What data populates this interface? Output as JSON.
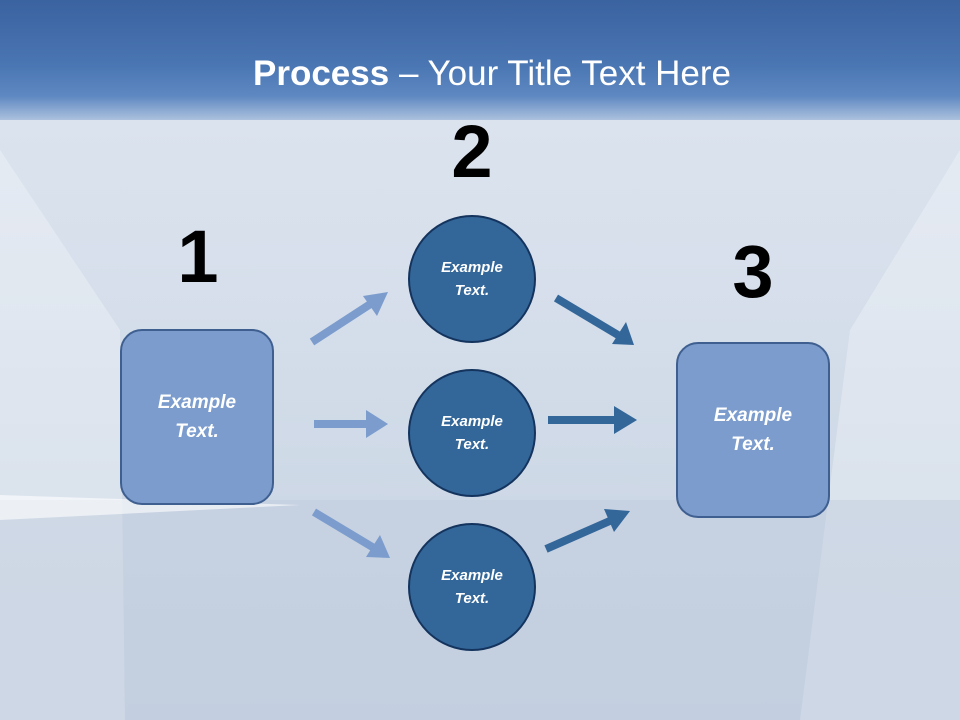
{
  "slide": {
    "title_bold": "Process",
    "title_rest": " – Your Title Text Here"
  },
  "steps": {
    "step1_number": "1",
    "step2_number": "2",
    "step3_number": "3"
  },
  "nodes": {
    "left_box": "Example\nText.",
    "right_box": "Example\nText.",
    "circle_top": "Example\nText.",
    "circle_middle": "Example\nText.",
    "circle_bottom": "Example\nText."
  },
  "colors": {
    "banner": "#4a76b3",
    "box_fill": "#7b9ccd",
    "circle_fill": "#336699",
    "arrow_light": "#7b9ccd",
    "arrow_dark": "#336699"
  }
}
